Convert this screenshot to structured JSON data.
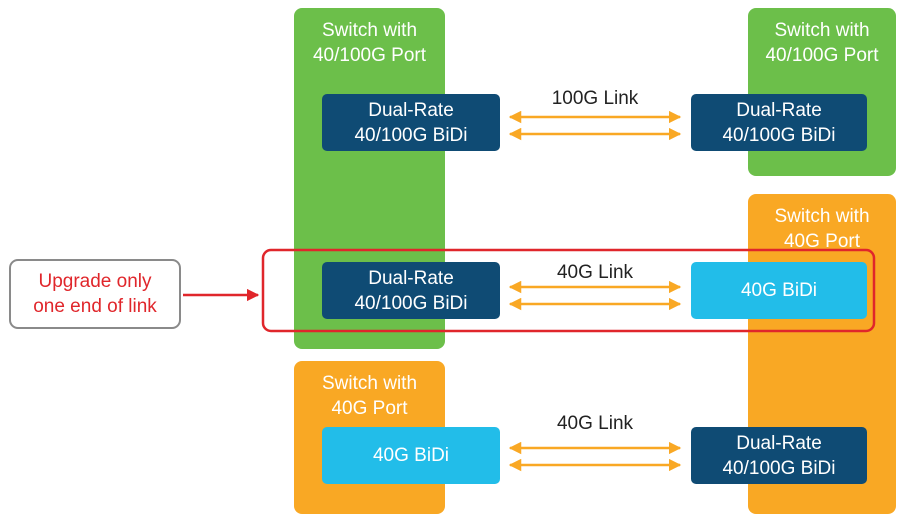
{
  "colors": {
    "green": "#6cbf4a",
    "orange": "#f9a824",
    "dark_module": "#0f4b74",
    "light_module": "#22bde9",
    "arrow": "#f9a824",
    "highlight": "#e0262b",
    "callout_border": "#8a8a8a"
  },
  "switches": {
    "left_top": {
      "line1": "Switch with",
      "line2": "40/100G Port"
    },
    "right_top": {
      "line1": "Switch with",
      "line2": "40/100G Port"
    },
    "right_middle": {
      "line1": "Switch with",
      "line2": "40G Port"
    },
    "left_bottom": {
      "line1": "Switch with",
      "line2": "40G Port"
    }
  },
  "modules": {
    "row1_left": {
      "line1": "Dual-Rate",
      "line2": "40/100G BiDi"
    },
    "row1_right": {
      "line1": "Dual-Rate",
      "line2": "40/100G BiDi"
    },
    "row2_left": {
      "line1": "Dual-Rate",
      "line2": "40/100G BiDi"
    },
    "row2_right": {
      "line1": "40G BiDi"
    },
    "row3_left": {
      "line1": "40G BiDi"
    },
    "row3_right": {
      "line1": "Dual-Rate",
      "line2": "40/100G BiDi"
    }
  },
  "links": {
    "row1": "100G Link",
    "row2": "40G Link",
    "row3": "40G Link"
  },
  "callout": {
    "line1": "Upgrade only",
    "line2": "one end of link"
  }
}
